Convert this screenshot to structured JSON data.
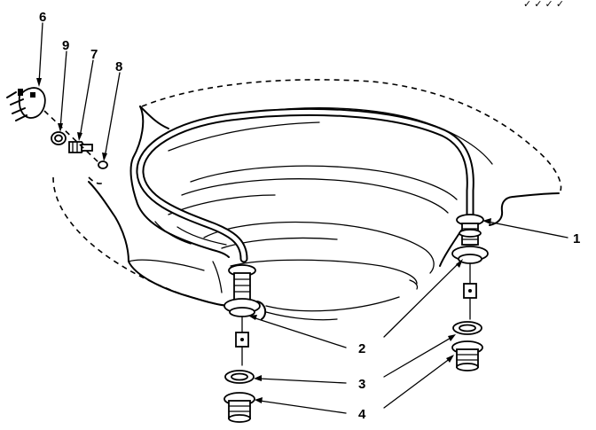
{
  "header_fragment": "✓ ✓ ✓ ✓",
  "callouts": [
    {
      "id": "1",
      "label": "1"
    },
    {
      "id": "2",
      "label": "2"
    },
    {
      "id": "3",
      "label": "3"
    },
    {
      "id": "4",
      "label": "4"
    },
    {
      "id": "6",
      "label": "6"
    },
    {
      "id": "7",
      "label": "7"
    },
    {
      "id": "8",
      "label": "8"
    },
    {
      "id": "9",
      "label": "9"
    }
  ]
}
